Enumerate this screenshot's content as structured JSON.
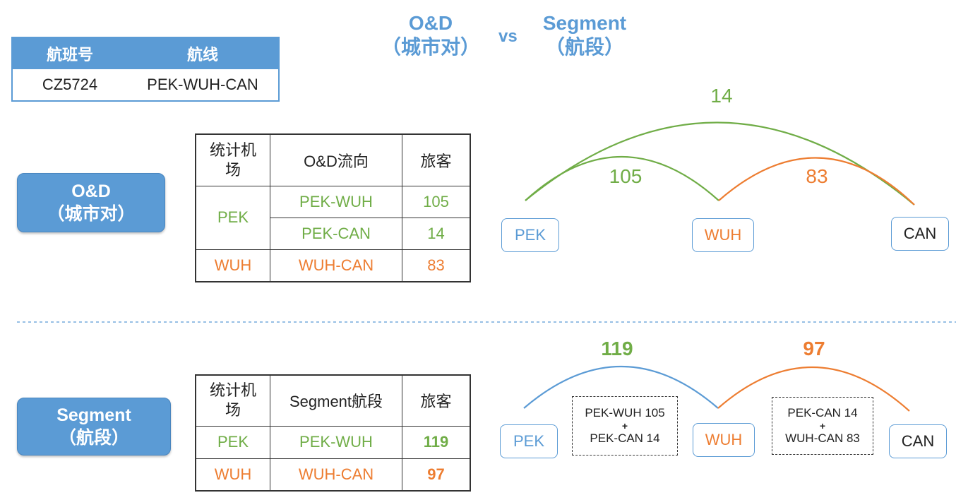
{
  "header": {
    "od_title": "O&D",
    "od_sub": "（城市对）",
    "vs": "vs",
    "seg_title": "Segment",
    "seg_sub": "（航段）"
  },
  "flight_table": {
    "headers": [
      "航班号",
      "航线"
    ],
    "row": [
      "CZ5724",
      "PEK-WUH-CAN"
    ]
  },
  "od_button": {
    "line1": "O&D",
    "line2": "（城市对）"
  },
  "seg_button": {
    "line1": "Segment",
    "line2": "（航段）"
  },
  "od_table": {
    "headers": [
      "统计机场",
      "O&D流向",
      "旅客"
    ],
    "rows": [
      {
        "airport": "PEK",
        "flow": "PEK-WUH",
        "pax": "105"
      },
      {
        "airport": "",
        "flow": "PEK-CAN",
        "pax": "14"
      },
      {
        "airport": "WUH",
        "flow": "WUH-CAN",
        "pax": "83"
      }
    ]
  },
  "seg_table": {
    "headers": [
      "统计机场",
      "Segment航段",
      "旅客"
    ],
    "rows": [
      {
        "airport": "PEK",
        "flow": "PEK-WUH",
        "pax": "119"
      },
      {
        "airport": "WUH",
        "flow": "WUH-CAN",
        "pax": "97"
      }
    ]
  },
  "od_diagram": {
    "nodes": [
      "PEK",
      "WUH",
      "CAN"
    ],
    "arc_pek_can": "14",
    "arc_pek_wuh": "105",
    "arc_wuh_can": "83"
  },
  "seg_diagram": {
    "nodes": [
      "PEK",
      "WUH",
      "CAN"
    ],
    "arc_pek_wuh": "119",
    "arc_wuh_can": "97",
    "note1": {
      "line1": "PEK-WUH 105",
      "plus": "+",
      "line2": "PEK-CAN  14"
    },
    "note2": {
      "line1": "PEK-CAN   14",
      "plus": "+",
      "line2": "WUH-CAN 83"
    }
  },
  "colors": {
    "blue": "#5b9bd5",
    "green": "#70ad47",
    "orange": "#ed7d31"
  }
}
